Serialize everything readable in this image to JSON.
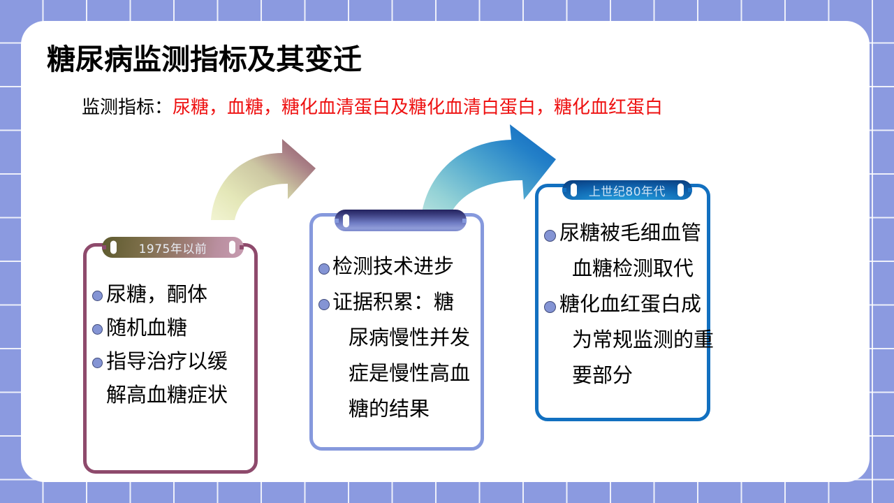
{
  "slide": {
    "title": "糖尿病监测指标及其变迁",
    "subtitle": {
      "prefix": "监测指标：",
      "highlight": "尿糖，血糖，糖化血清蛋白及糖化血清白蛋白，糖化血红蛋白",
      "highlight_color": "#ee1111"
    },
    "background_color": "#8b9ae0",
    "card_color": "#ffffff"
  },
  "boxes": [
    {
      "id": "box1",
      "tab_label": "1975年以前",
      "border_color": "#8e4a6c",
      "bullets": [
        {
          "text": "尿糖，酮体",
          "continuation": false
        },
        {
          "text": "随机血糖",
          "continuation": false
        },
        {
          "text": "指导治疗以缓",
          "continuation": false
        },
        {
          "text": "解高血糖症状",
          "continuation": true
        }
      ]
    },
    {
      "id": "box2",
      "tab_label": "",
      "border_color": "#8699dd",
      "bullets": [
        {
          "text": "检测技术进步",
          "continuation": false
        },
        {
          "text": "证据积累：糖",
          "continuation": false
        },
        {
          "text": "尿病慢性并发",
          "continuation": true
        },
        {
          "text": "症是慢性高血",
          "continuation": true
        },
        {
          "text": "糖的结果",
          "continuation": true
        }
      ]
    },
    {
      "id": "box3",
      "tab_label": "上世纪80年代",
      "border_color": "#1270c0",
      "bullets": [
        {
          "text": "尿糖被毛细血管",
          "continuation": false
        },
        {
          "text": "血糖检测取代",
          "continuation": true
        },
        {
          "text": "糖化血红蛋白成",
          "continuation": false
        },
        {
          "text": "为常规监测的重",
          "continuation": true
        },
        {
          "text": "要部分",
          "continuation": true
        }
      ]
    }
  ],
  "arrows": [
    {
      "name": "arrow-1975-to-tech",
      "gradient_from": "#eef0c8",
      "gradient_to": "#8e5a6a"
    },
    {
      "name": "arrow-tech-to-1980s",
      "gradient_from": "#a9dcd8",
      "gradient_to": "#1a6fc4"
    }
  ]
}
